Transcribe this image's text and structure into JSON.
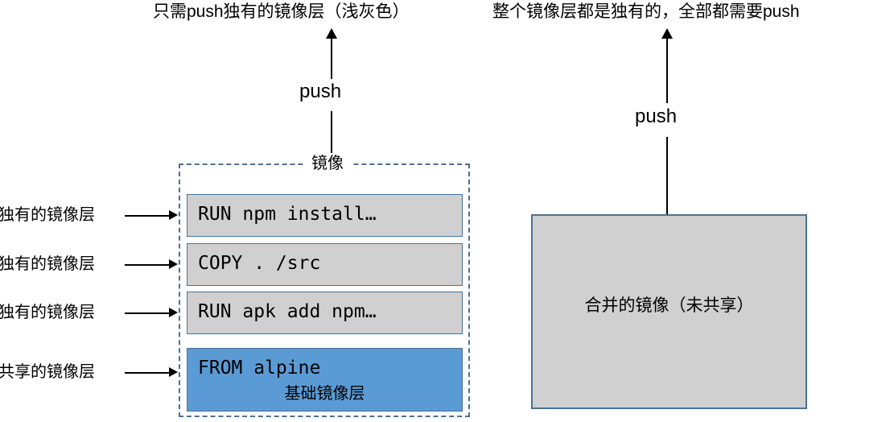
{
  "captions": {
    "left": "只需push独有的镜像层（浅灰色）",
    "right": "整个镜像层都是独有的，全部都需要push"
  },
  "arrows": {
    "left_push_label": "push",
    "right_push_label": "push"
  },
  "left_diagram": {
    "container_label": "镜像",
    "layers": [
      {
        "command": "RUN npm install…",
        "kind": "unique"
      },
      {
        "command": "COPY . /src",
        "kind": "unique"
      },
      {
        "command": "RUN apk add npm…",
        "kind": "unique"
      },
      {
        "command": "FROM alpine",
        "sublabel": "基础镜像层",
        "kind": "shared"
      }
    ],
    "side_labels": [
      "独有的镜像层",
      "独有的镜像层",
      "独有的镜像层",
      "共享的镜像层"
    ]
  },
  "right_diagram": {
    "merged_label": "合并的镜像（未共享）"
  },
  "colors": {
    "unique_layer_fill": "#d0d0d0",
    "shared_layer_fill": "#5b9bd5",
    "border": "#4a7296",
    "arrow": "#000000",
    "background": "#ffffff"
  }
}
